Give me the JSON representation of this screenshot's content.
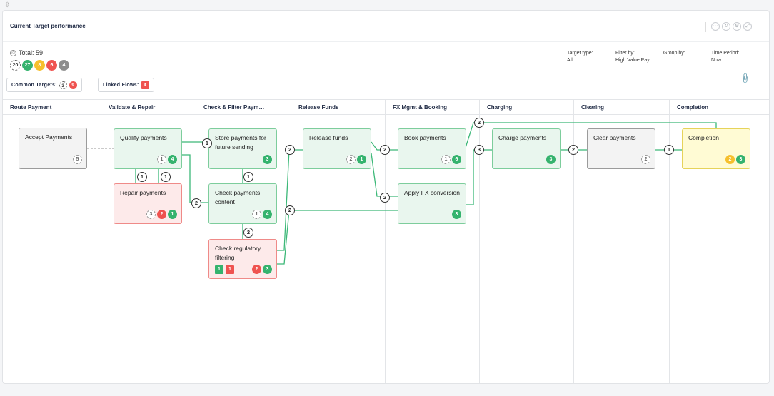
{
  "handle": "⇳",
  "panel": {
    "title": "Current Target performance",
    "actions": [
      "···",
      "↻",
      "⚙",
      "⤢"
    ]
  },
  "summary": {
    "total_label": "Total: 59",
    "badges": [
      "20",
      "27",
      "8",
      "6",
      "4"
    ]
  },
  "chips": {
    "common_targets": {
      "label": "Common Targets:",
      "a": "3",
      "b": "9"
    },
    "linked_flows": {
      "label": "Linked Flows:",
      "a": "4"
    }
  },
  "filters": {
    "target_type": {
      "label": "Target type:",
      "value": "All"
    },
    "filter_by": {
      "label": "Filter by:",
      "value": "High Value Pay…"
    },
    "group_by": {
      "label": "Group by:",
      "value": ""
    },
    "time_period": {
      "label": "Time Period:",
      "value": "Now"
    }
  },
  "columns": [
    "Route Payment",
    "Validate & Repair",
    "Check & Filter Paym…",
    "Release Funds",
    "FX Mgmt & Booking",
    "Charging",
    "Clearing",
    "Completion"
  ],
  "nodes": {
    "accept": {
      "title": "Accept Payments",
      "badges": [
        "5"
      ]
    },
    "qualify": {
      "title": "Qualify payments",
      "badges": [
        "1",
        "4"
      ]
    },
    "repair": {
      "title": "Repair payments",
      "badges": [
        "3",
        "2",
        "1"
      ]
    },
    "store": {
      "title": "Store payments for future sending",
      "badges": [
        "3"
      ]
    },
    "check_content": {
      "title": "Check payments content",
      "badges": [
        "1",
        "4"
      ]
    },
    "regulatory": {
      "title": "Check regulatory filtering",
      "squares": [
        "1",
        "1"
      ],
      "badges": [
        "2",
        "3"
      ]
    },
    "release": {
      "title": "Release funds",
      "badges": [
        "2",
        "1"
      ]
    },
    "book": {
      "title": "Book payments",
      "badges": [
        "1",
        "6"
      ]
    },
    "fx": {
      "title": "Apply FX conversion",
      "badges": [
        "3"
      ]
    },
    "charge": {
      "title": "Charge payments",
      "badges": [
        "3"
      ]
    },
    "clear": {
      "title": "Clear payments",
      "badges": [
        "2"
      ]
    },
    "completion": {
      "title": "Completion",
      "badges": [
        "2",
        "3"
      ]
    }
  },
  "connectors": [
    "1",
    "1",
    "1",
    "1",
    "2",
    "2",
    "2",
    "2",
    "2",
    "2",
    "3",
    "2",
    "1",
    "2"
  ],
  "colors": {
    "green": "#35b36e",
    "red": "#ef5350",
    "yellow": "#f6c02e",
    "grey": "#8d8d8d",
    "line": "#3cb878"
  }
}
